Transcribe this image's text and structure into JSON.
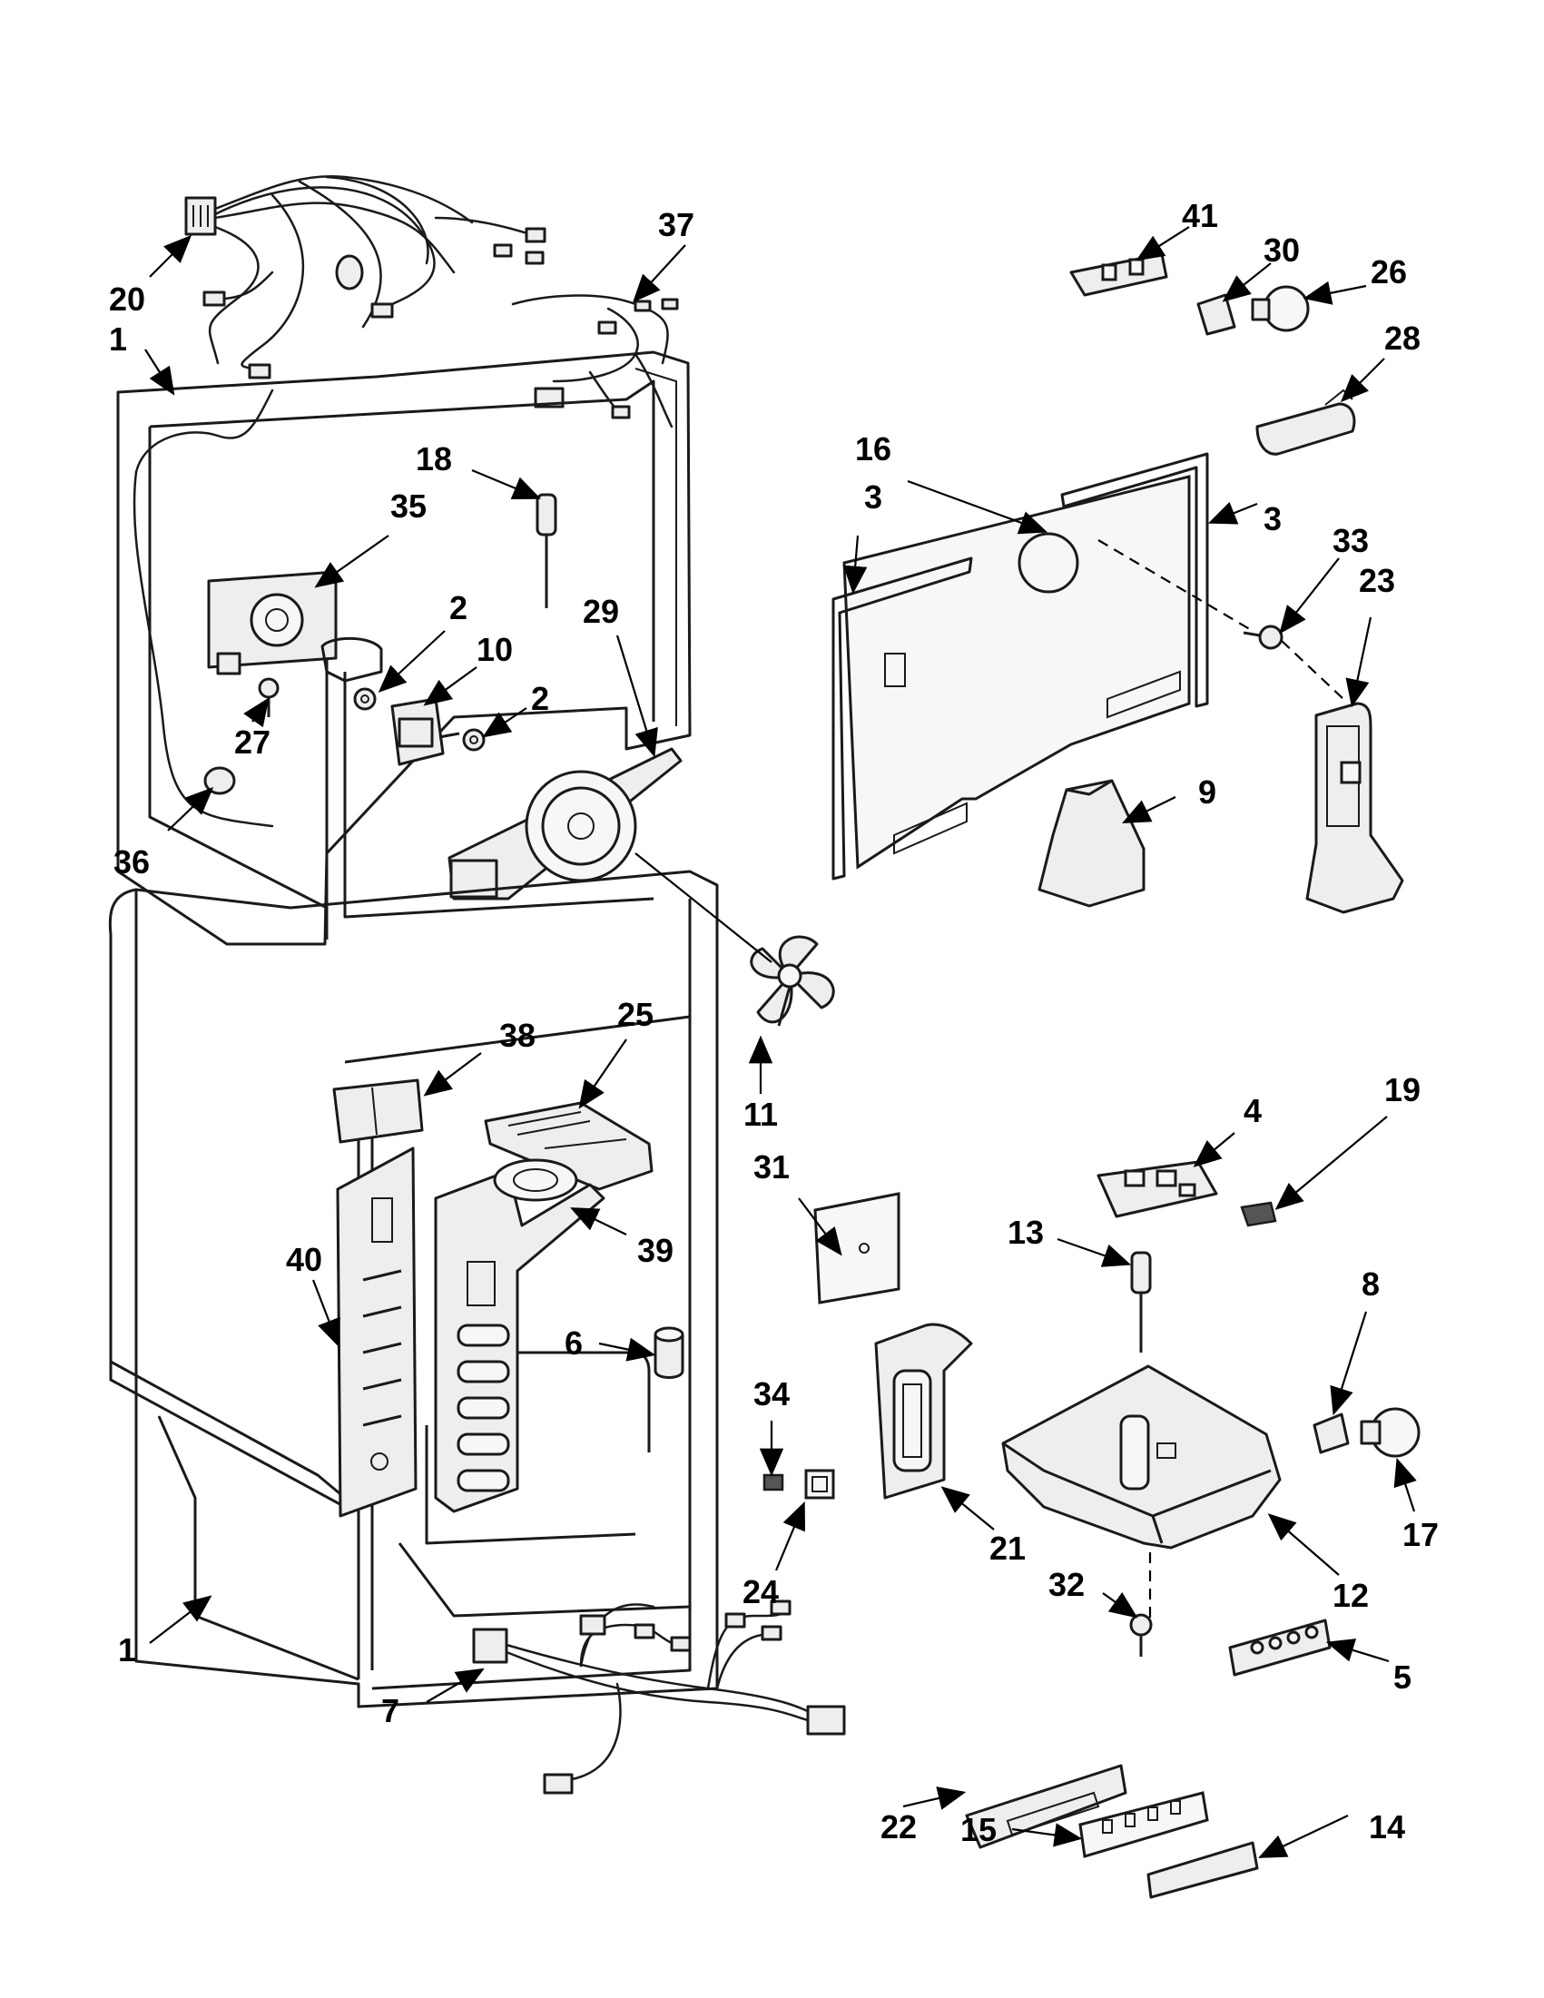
{
  "callouts": [
    {
      "id": "c1a",
      "text": "1"
    },
    {
      "id": "c1b",
      "text": "1"
    },
    {
      "id": "c2a",
      "text": "2"
    },
    {
      "id": "c2b",
      "text": "2"
    },
    {
      "id": "c3a",
      "text": "3"
    },
    {
      "id": "c3b",
      "text": "3"
    },
    {
      "id": "c4",
      "text": "4"
    },
    {
      "id": "c5",
      "text": "5"
    },
    {
      "id": "c6",
      "text": "6"
    },
    {
      "id": "c7",
      "text": "7"
    },
    {
      "id": "c8",
      "text": "8"
    },
    {
      "id": "c9",
      "text": "9"
    },
    {
      "id": "c10",
      "text": "10"
    },
    {
      "id": "c11",
      "text": "11"
    },
    {
      "id": "c12",
      "text": "12"
    },
    {
      "id": "c13",
      "text": "13"
    },
    {
      "id": "c14",
      "text": "14"
    },
    {
      "id": "c15",
      "text": "15"
    },
    {
      "id": "c16",
      "text": "16"
    },
    {
      "id": "c17",
      "text": "17"
    },
    {
      "id": "c18",
      "text": "18"
    },
    {
      "id": "c19",
      "text": "19"
    },
    {
      "id": "c20",
      "text": "20"
    },
    {
      "id": "c21",
      "text": "21"
    },
    {
      "id": "c22",
      "text": "22"
    },
    {
      "id": "c23",
      "text": "23"
    },
    {
      "id": "c24",
      "text": "24"
    },
    {
      "id": "c25",
      "text": "25"
    },
    {
      "id": "c26",
      "text": "26"
    },
    {
      "id": "c27",
      "text": "27"
    },
    {
      "id": "c28",
      "text": "28"
    },
    {
      "id": "c29",
      "text": "29"
    },
    {
      "id": "c30",
      "text": "30"
    },
    {
      "id": "c31",
      "text": "31"
    },
    {
      "id": "c32",
      "text": "32"
    },
    {
      "id": "c33",
      "text": "33"
    },
    {
      "id": "c34",
      "text": "34"
    },
    {
      "id": "c35",
      "text": "35"
    },
    {
      "id": "c36",
      "text": "36"
    },
    {
      "id": "c37",
      "text": "37"
    },
    {
      "id": "c38",
      "text": "38"
    },
    {
      "id": "c39",
      "text": "39"
    },
    {
      "id": "c40",
      "text": "40"
    },
    {
      "id": "c41",
      "text": "41"
    }
  ]
}
